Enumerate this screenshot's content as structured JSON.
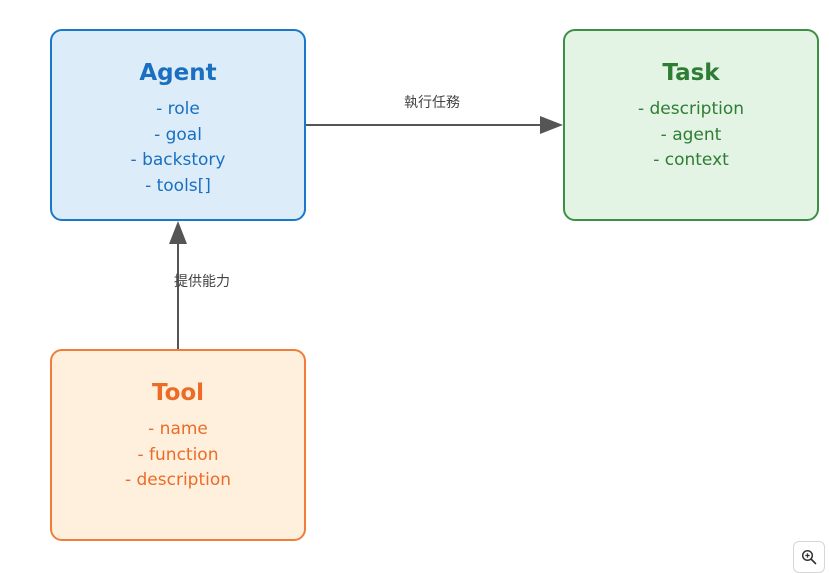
{
  "nodes": {
    "agent": {
      "title": "Agent",
      "fields": [
        "- role",
        "- goal",
        "- backstory",
        "- tools[]"
      ]
    },
    "task": {
      "title": "Task",
      "fields": [
        "- description",
        "- agent",
        "- context"
      ]
    },
    "tool": {
      "title": "Tool",
      "fields": [
        "- name",
        "- function",
        "- description"
      ]
    }
  },
  "edges": {
    "agent_to_task": {
      "label": "執行任務"
    },
    "tool_to_agent": {
      "label": "提供能力"
    }
  },
  "colors": {
    "agent_border": "#1a77c9",
    "agent_fill": "#dcedf9",
    "task_border": "#3c8f45",
    "task_fill": "#e3f3e4",
    "tool_border": "#f07d3a",
    "tool_fill": "#fff0dd",
    "edge": "#555555"
  },
  "controls": {
    "zoom_icon": "zoom-in-icon"
  }
}
